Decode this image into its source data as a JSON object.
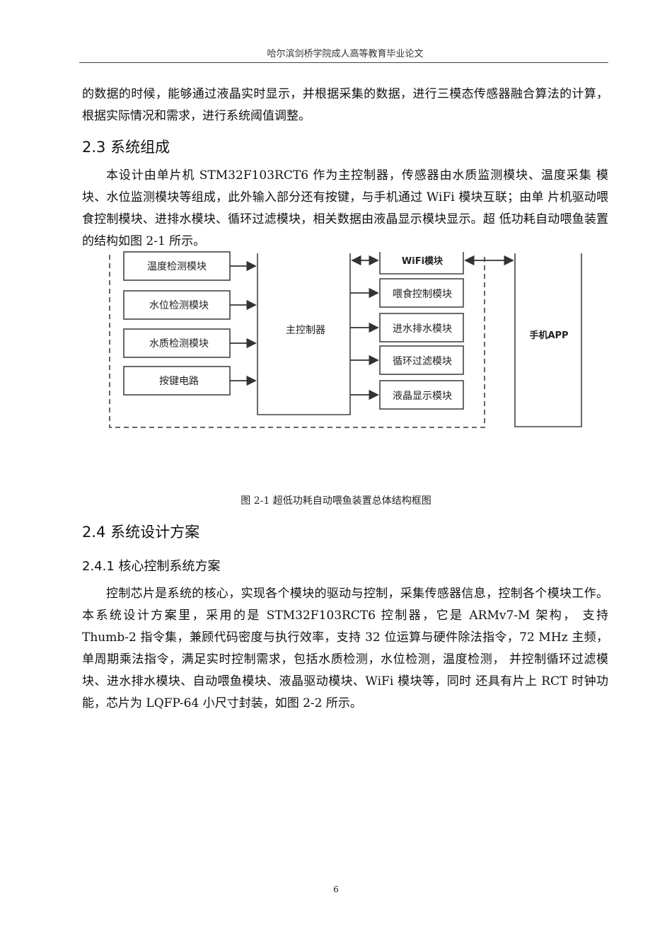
{
  "header": {
    "title": "哈尔滨剑桥学院成人高等教育毕业论文"
  },
  "intro_paragraph": "的数据的时候，能够通过液晶实时显示，并根据采集的数据，进行三模态传感器融合算法的计算，根据实际情况和需求，进行系统阈值调整。",
  "section_2_3": {
    "heading": "2.3  系统组成",
    "paragraph": "本设计由单片机 STM32F103RCT6 作为主控制器，传感器由水质监测模块、温度采集 模块、水位监测模块等组成，此外输入部分还有按键，与手机通过 WiFi 模块互联；由单 片机驱动喂食控制模块、进排水模块、循环过滤模块，相关数据由液晶显示模块显示。超 低功耗自动喂鱼装置的结构如图 2-1 所示。"
  },
  "figure_2_1": {
    "input_modules": [
      "温度检测模块",
      "水位检测模块",
      "水质检测模块",
      "按键电路"
    ],
    "controller": "主控制器",
    "wifi_module": "WiFi模块",
    "output_modules": [
      "喂食控制模块",
      "进水排水模块",
      "循环过滤模块",
      "液晶显示模块"
    ],
    "phone_app": "手机APP",
    "caption": "图  2-1    超低功耗自动喂鱼装置总体结构框图"
  },
  "section_2_4": {
    "heading": "2.4  系统设计方案",
    "subsection_2_4_1": {
      "heading": "2.4.1  核心控制系统方案",
      "paragraph": "控制芯片是系统的核心，实现各个模块的驱动与控制，采集传感器信息，控制各个模块工作。本系统设计方案里，采用的是 STM32F103RCT6 控制器，它是 ARMv7-M 架构， 支持 Thumb-2 指令集，兼顾代码密度与执行效率，支持 32 位运算与硬件除法指令，72 MHz 主频，单周期乘法指令，满足实时控制需求，包括水质检测，水位检测，温度检测， 并控制循环过滤模块、进水排水模块、自动喂鱼模块、液晶驱动模块、WiFi 模块等，同时 还具有片上 RCT 时钟功能，芯片为 LQFP-64 小尺寸封装，如图 2-2 所示。"
    }
  },
  "page_number": "6"
}
